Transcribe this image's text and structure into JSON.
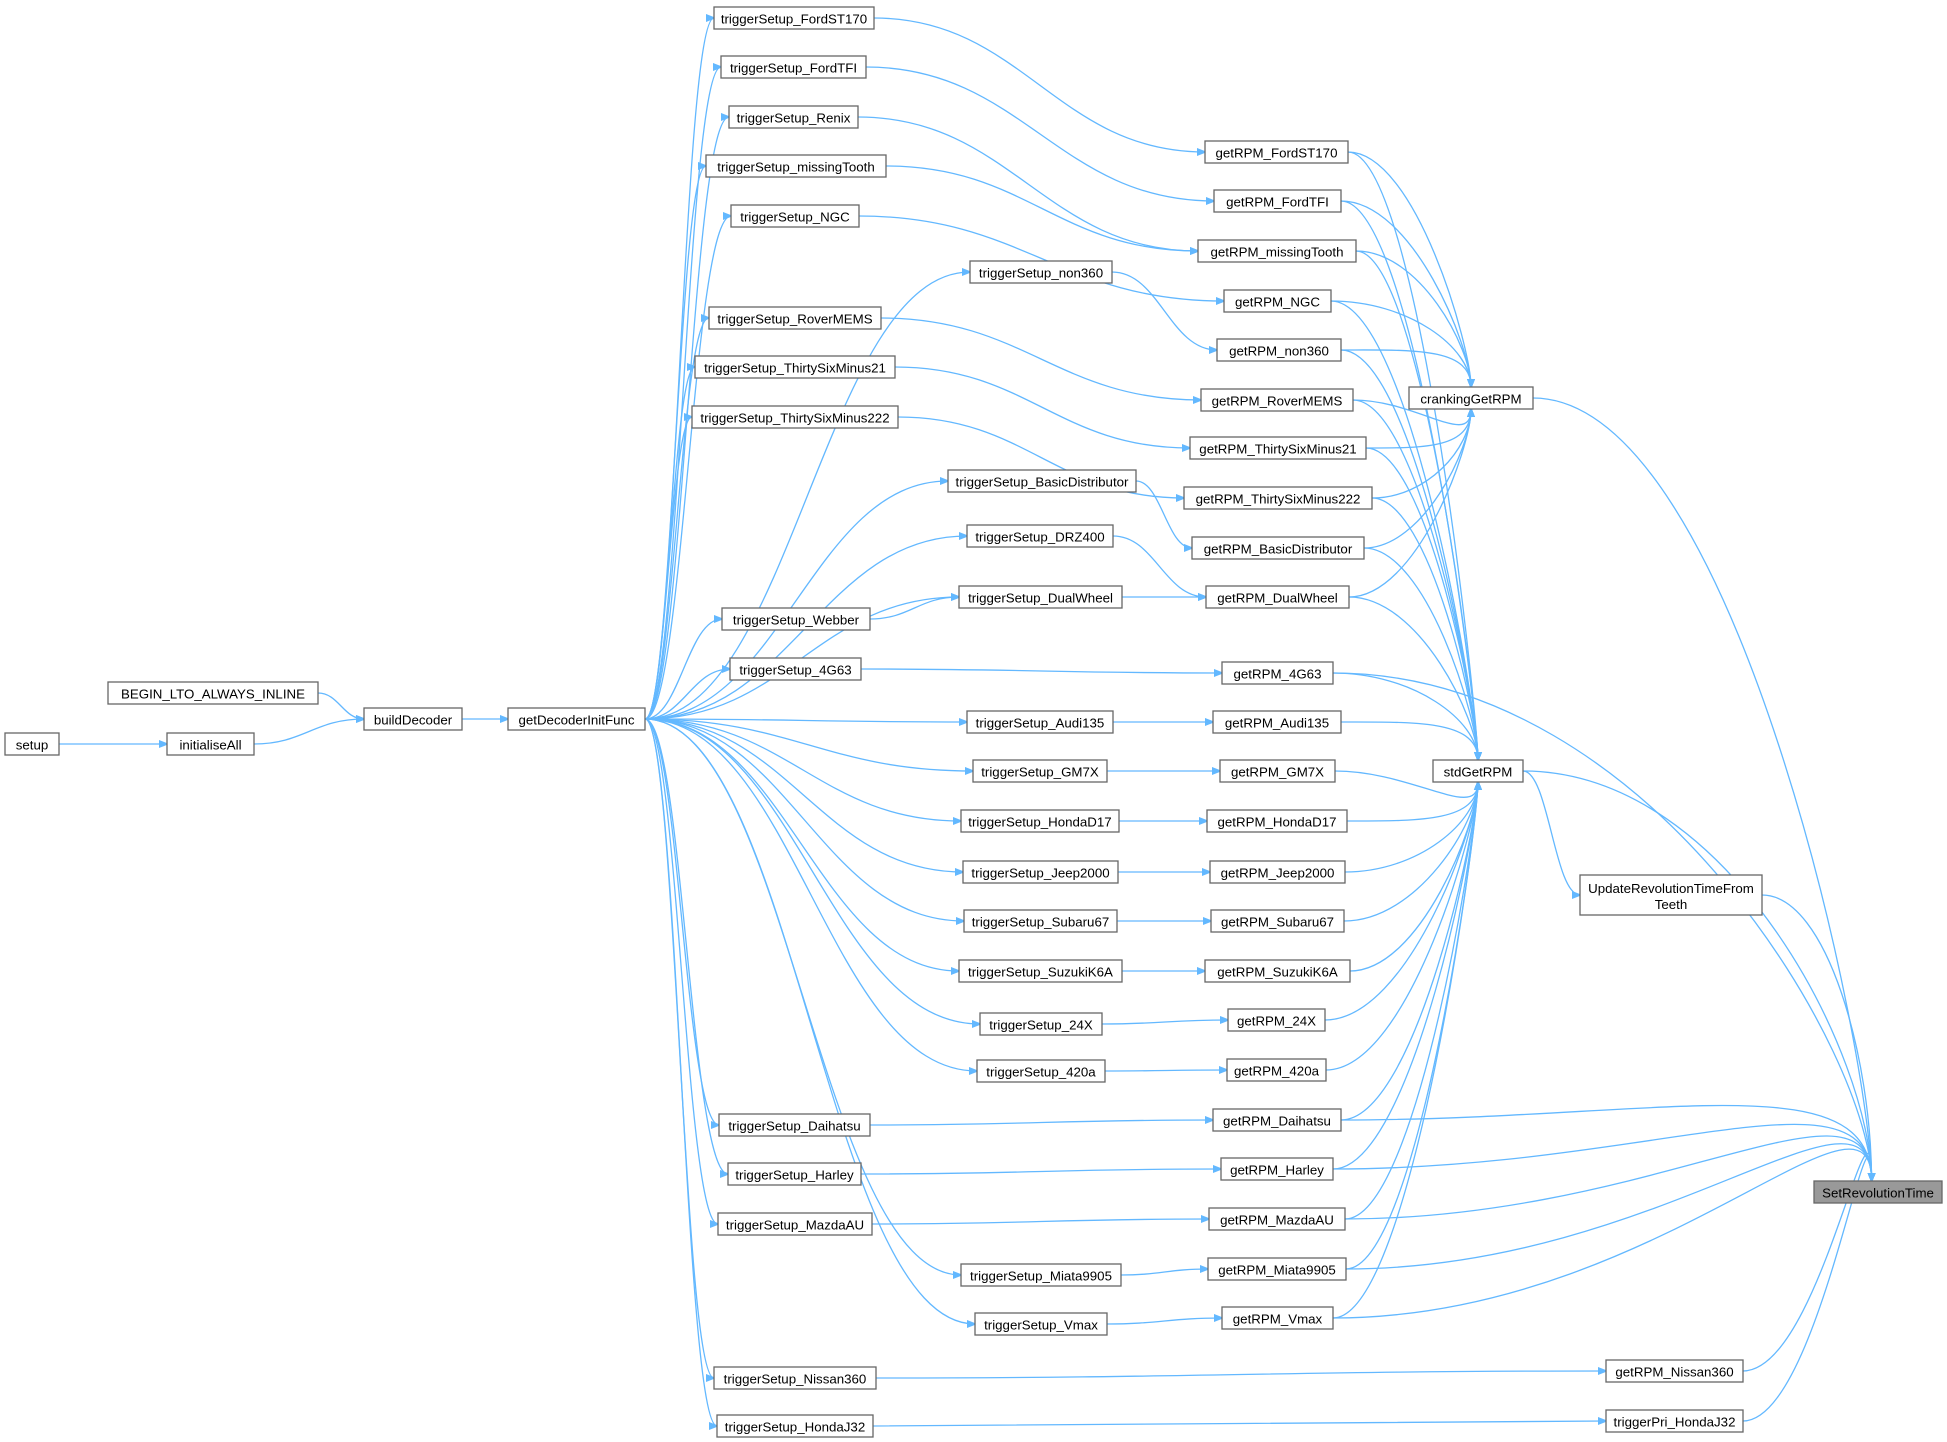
{
  "graph": {
    "edge_color": "#63b8ff",
    "focus_fill": "#999999",
    "nodes": [
      {
        "id": "setup",
        "label": "setup"
      },
      {
        "id": "initialiseAll",
        "label": "initialiseAll"
      },
      {
        "id": "BEGIN_LTO",
        "label": "BEGIN_LTO_ALWAYS_INLINE"
      },
      {
        "id": "buildDecoder",
        "label": "buildDecoder"
      },
      {
        "id": "getDecoderInitFunc",
        "label": "getDecoderInitFunc"
      },
      {
        "id": "ts_FordST170",
        "label": "triggerSetup_FordST170"
      },
      {
        "id": "ts_FordTFI",
        "label": "triggerSetup_FordTFI"
      },
      {
        "id": "ts_Renix",
        "label": "triggerSetup_Renix"
      },
      {
        "id": "ts_missingTooth",
        "label": "triggerSetup_missingTooth"
      },
      {
        "id": "ts_NGC",
        "label": "triggerSetup_NGC"
      },
      {
        "id": "ts_non360",
        "label": "triggerSetup_non360"
      },
      {
        "id": "ts_RoverMEMS",
        "label": "triggerSetup_RoverMEMS"
      },
      {
        "id": "ts_36m21",
        "label": "triggerSetup_ThirtySixMinus21"
      },
      {
        "id": "ts_36m222",
        "label": "triggerSetup_ThirtySixMinus222"
      },
      {
        "id": "ts_BasicDistributor",
        "label": "triggerSetup_BasicDistributor"
      },
      {
        "id": "ts_DRZ400",
        "label": "triggerSetup_DRZ400"
      },
      {
        "id": "ts_DualWheel",
        "label": "triggerSetup_DualWheel"
      },
      {
        "id": "ts_Webber",
        "label": "triggerSetup_Webber"
      },
      {
        "id": "ts_4G63",
        "label": "triggerSetup_4G63"
      },
      {
        "id": "ts_Audi135",
        "label": "triggerSetup_Audi135"
      },
      {
        "id": "ts_GM7X",
        "label": "triggerSetup_GM7X"
      },
      {
        "id": "ts_HondaD17",
        "label": "triggerSetup_HondaD17"
      },
      {
        "id": "ts_Jeep2000",
        "label": "triggerSetup_Jeep2000"
      },
      {
        "id": "ts_Subaru67",
        "label": "triggerSetup_Subaru67"
      },
      {
        "id": "ts_SuzukiK6A",
        "label": "triggerSetup_SuzukiK6A"
      },
      {
        "id": "ts_24X",
        "label": "triggerSetup_24X"
      },
      {
        "id": "ts_420a",
        "label": "triggerSetup_420a"
      },
      {
        "id": "ts_Daihatsu",
        "label": "triggerSetup_Daihatsu"
      },
      {
        "id": "ts_Harley",
        "label": "triggerSetup_Harley"
      },
      {
        "id": "ts_MazdaAU",
        "label": "triggerSetup_MazdaAU"
      },
      {
        "id": "ts_Miata9905",
        "label": "triggerSetup_Miata9905"
      },
      {
        "id": "ts_Vmax",
        "label": "triggerSetup_Vmax"
      },
      {
        "id": "ts_Nissan360",
        "label": "triggerSetup_Nissan360"
      },
      {
        "id": "ts_HondaJ32",
        "label": "triggerSetup_HondaJ32"
      },
      {
        "id": "g_FordST170",
        "label": "getRPM_FordST170"
      },
      {
        "id": "g_FordTFI",
        "label": "getRPM_FordTFI"
      },
      {
        "id": "g_missingTooth",
        "label": "getRPM_missingTooth"
      },
      {
        "id": "g_NGC",
        "label": "getRPM_NGC"
      },
      {
        "id": "g_non360",
        "label": "getRPM_non360"
      },
      {
        "id": "g_RoverMEMS",
        "label": "getRPM_RoverMEMS"
      },
      {
        "id": "g_36m21",
        "label": "getRPM_ThirtySixMinus21"
      },
      {
        "id": "g_36m222",
        "label": "getRPM_ThirtySixMinus222"
      },
      {
        "id": "g_BasicDistributor",
        "label": "getRPM_BasicDistributor"
      },
      {
        "id": "g_DualWheel",
        "label": "getRPM_DualWheel"
      },
      {
        "id": "g_4G63",
        "label": "getRPM_4G63"
      },
      {
        "id": "g_Audi135",
        "label": "getRPM_Audi135"
      },
      {
        "id": "g_GM7X",
        "label": "getRPM_GM7X"
      },
      {
        "id": "g_HondaD17",
        "label": "getRPM_HondaD17"
      },
      {
        "id": "g_Jeep2000",
        "label": "getRPM_Jeep2000"
      },
      {
        "id": "g_Subaru67",
        "label": "getRPM_Subaru67"
      },
      {
        "id": "g_SuzukiK6A",
        "label": "getRPM_SuzukiK6A"
      },
      {
        "id": "g_24X",
        "label": "getRPM_24X"
      },
      {
        "id": "g_420a",
        "label": "getRPM_420a"
      },
      {
        "id": "g_Daihatsu",
        "label": "getRPM_Daihatsu"
      },
      {
        "id": "g_Harley",
        "label": "getRPM_Harley"
      },
      {
        "id": "g_MazdaAU",
        "label": "getRPM_MazdaAU"
      },
      {
        "id": "g_Miata9905",
        "label": "getRPM_Miata9905"
      },
      {
        "id": "g_Vmax",
        "label": "getRPM_Vmax"
      },
      {
        "id": "g_Nissan360",
        "label": "getRPM_Nissan360"
      },
      {
        "id": "tp_HondaJ32",
        "label": "triggerPri_HondaJ32"
      },
      {
        "id": "crankingGetRPM",
        "label": "crankingGetRPM"
      },
      {
        "id": "stdGetRPM",
        "label": "stdGetRPM"
      },
      {
        "id": "UpdateRev",
        "label": "UpdateRevolutionTimeFrom Teeth"
      },
      {
        "id": "SetRevolutionTime",
        "label": "SetRevolutionTime",
        "focus": true
      }
    ],
    "edges": [
      [
        "setup",
        "initialiseAll"
      ],
      [
        "initialiseAll",
        "buildDecoder"
      ],
      [
        "BEGIN_LTO",
        "buildDecoder"
      ],
      [
        "buildDecoder",
        "getDecoderInitFunc"
      ],
      [
        "getDecoderInitFunc",
        "ts_FordST170"
      ],
      [
        "getDecoderInitFunc",
        "ts_FordTFI"
      ],
      [
        "getDecoderInitFunc",
        "ts_Renix"
      ],
      [
        "getDecoderInitFunc",
        "ts_missingTooth"
      ],
      [
        "getDecoderInitFunc",
        "ts_NGC"
      ],
      [
        "getDecoderInitFunc",
        "ts_non360"
      ],
      [
        "getDecoderInitFunc",
        "ts_RoverMEMS"
      ],
      [
        "getDecoderInitFunc",
        "ts_36m21"
      ],
      [
        "getDecoderInitFunc",
        "ts_36m222"
      ],
      [
        "getDecoderInitFunc",
        "ts_BasicDistributor"
      ],
      [
        "getDecoderInitFunc",
        "ts_DRZ400"
      ],
      [
        "getDecoderInitFunc",
        "ts_DualWheel"
      ],
      [
        "getDecoderInitFunc",
        "ts_Webber"
      ],
      [
        "getDecoderInitFunc",
        "ts_4G63"
      ],
      [
        "getDecoderInitFunc",
        "ts_Audi135"
      ],
      [
        "getDecoderInitFunc",
        "ts_GM7X"
      ],
      [
        "getDecoderInitFunc",
        "ts_HondaD17"
      ],
      [
        "getDecoderInitFunc",
        "ts_Jeep2000"
      ],
      [
        "getDecoderInitFunc",
        "ts_Subaru67"
      ],
      [
        "getDecoderInitFunc",
        "ts_SuzukiK6A"
      ],
      [
        "getDecoderInitFunc",
        "ts_24X"
      ],
      [
        "getDecoderInitFunc",
        "ts_420a"
      ],
      [
        "getDecoderInitFunc",
        "ts_Daihatsu"
      ],
      [
        "getDecoderInitFunc",
        "ts_Harley"
      ],
      [
        "getDecoderInitFunc",
        "ts_MazdaAU"
      ],
      [
        "getDecoderInitFunc",
        "ts_Miata9905"
      ],
      [
        "getDecoderInitFunc",
        "ts_Vmax"
      ],
      [
        "getDecoderInitFunc",
        "ts_Nissan360"
      ],
      [
        "getDecoderInitFunc",
        "ts_HondaJ32"
      ],
      [
        "ts_FordST170",
        "g_FordST170"
      ],
      [
        "ts_FordTFI",
        "g_FordTFI"
      ],
      [
        "ts_Renix",
        "g_missingTooth"
      ],
      [
        "ts_missingTooth",
        "g_missingTooth"
      ],
      [
        "ts_NGC",
        "g_NGC"
      ],
      [
        "ts_non360",
        "g_non360"
      ],
      [
        "ts_RoverMEMS",
        "g_RoverMEMS"
      ],
      [
        "ts_36m21",
        "g_36m21"
      ],
      [
        "ts_36m222",
        "g_36m222"
      ],
      [
        "ts_BasicDistributor",
        "g_BasicDistributor"
      ],
      [
        "ts_DRZ400",
        "g_DualWheel"
      ],
      [
        "ts_DualWheel",
        "g_DualWheel"
      ],
      [
        "ts_Webber",
        "ts_DualWheel"
      ],
      [
        "ts_4G63",
        "g_4G63"
      ],
      [
        "ts_Audi135",
        "g_Audi135"
      ],
      [
        "ts_GM7X",
        "g_GM7X"
      ],
      [
        "ts_HondaD17",
        "g_HondaD17"
      ],
      [
        "ts_Jeep2000",
        "g_Jeep2000"
      ],
      [
        "ts_Subaru67",
        "g_Subaru67"
      ],
      [
        "ts_SuzukiK6A",
        "g_SuzukiK6A"
      ],
      [
        "ts_24X",
        "g_24X"
      ],
      [
        "ts_420a",
        "g_420a"
      ],
      [
        "ts_Daihatsu",
        "g_Daihatsu"
      ],
      [
        "ts_Harley",
        "g_Harley"
      ],
      [
        "ts_MazdaAU",
        "g_MazdaAU"
      ],
      [
        "ts_Miata9905",
        "g_Miata9905"
      ],
      [
        "ts_Vmax",
        "g_Vmax"
      ],
      [
        "ts_Nissan360",
        "g_Nissan360"
      ],
      [
        "ts_HondaJ32",
        "tp_HondaJ32"
      ],
      [
        "g_FordST170",
        "crankingGetRPM"
      ],
      [
        "g_FordTFI",
        "crankingGetRPM"
      ],
      [
        "g_missingTooth",
        "crankingGetRPM"
      ],
      [
        "g_NGC",
        "crankingGetRPM"
      ],
      [
        "g_non360",
        "crankingGetRPM"
      ],
      [
        "g_RoverMEMS",
        "crankingGetRPM"
      ],
      [
        "g_36m21",
        "crankingGetRPM"
      ],
      [
        "g_36m222",
        "crankingGetRPM"
      ],
      [
        "g_BasicDistributor",
        "crankingGetRPM"
      ],
      [
        "g_DualWheel",
        "crankingGetRPM"
      ],
      [
        "g_FordST170",
        "stdGetRPM"
      ],
      [
        "g_FordTFI",
        "stdGetRPM"
      ],
      [
        "g_missingTooth",
        "stdGetRPM"
      ],
      [
        "g_NGC",
        "stdGetRPM"
      ],
      [
        "g_non360",
        "stdGetRPM"
      ],
      [
        "g_RoverMEMS",
        "stdGetRPM"
      ],
      [
        "g_36m21",
        "stdGetRPM"
      ],
      [
        "g_36m222",
        "stdGetRPM"
      ],
      [
        "g_BasicDistributor",
        "stdGetRPM"
      ],
      [
        "g_DualWheel",
        "stdGetRPM"
      ],
      [
        "g_4G63",
        "stdGetRPM"
      ],
      [
        "g_Audi135",
        "stdGetRPM"
      ],
      [
        "g_GM7X",
        "stdGetRPM"
      ],
      [
        "g_HondaD17",
        "stdGetRPM"
      ],
      [
        "g_Jeep2000",
        "stdGetRPM"
      ],
      [
        "g_Subaru67",
        "stdGetRPM"
      ],
      [
        "g_SuzukiK6A",
        "stdGetRPM"
      ],
      [
        "g_24X",
        "stdGetRPM"
      ],
      [
        "g_420a",
        "stdGetRPM"
      ],
      [
        "g_Daihatsu",
        "stdGetRPM"
      ],
      [
        "g_Harley",
        "stdGetRPM"
      ],
      [
        "g_MazdaAU",
        "stdGetRPM"
      ],
      [
        "g_Miata9905",
        "stdGetRPM"
      ],
      [
        "g_Vmax",
        "stdGetRPM"
      ],
      [
        "stdGetRPM",
        "UpdateRev"
      ],
      [
        "crankingGetRPM",
        "SetRevolutionTime"
      ],
      [
        "stdGetRPM",
        "SetRevolutionTime"
      ],
      [
        "UpdateRev",
        "SetRevolutionTime"
      ],
      [
        "g_4G63",
        "SetRevolutionTime"
      ],
      [
        "g_Daihatsu",
        "SetRevolutionTime"
      ],
      [
        "g_Harley",
        "SetRevolutionTime"
      ],
      [
        "g_MazdaAU",
        "SetRevolutionTime"
      ],
      [
        "g_Miata9905",
        "SetRevolutionTime"
      ],
      [
        "g_Vmax",
        "SetRevolutionTime"
      ],
      [
        "g_Nissan360",
        "SetRevolutionTime"
      ],
      [
        "tp_HondaJ32",
        "SetRevolutionTime"
      ]
    ]
  }
}
